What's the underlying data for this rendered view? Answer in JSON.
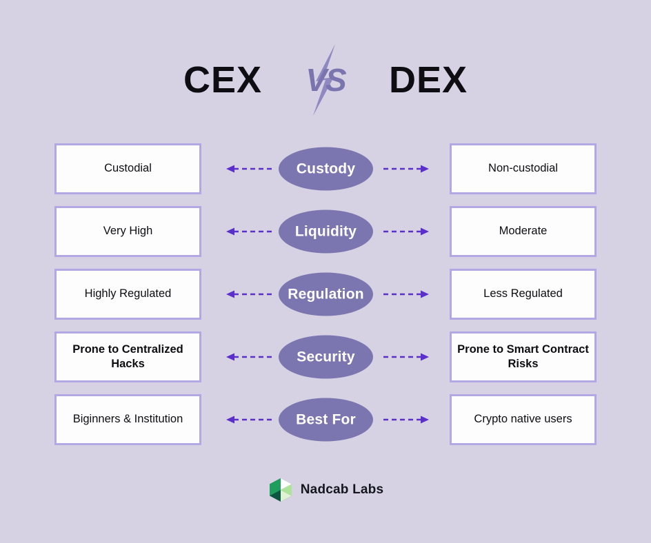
{
  "title": {
    "left_word": "CEX",
    "vs": "VS",
    "right_word": "DEX"
  },
  "colors": {
    "background": "#d6d2e4",
    "ellipse_fill": "#7b76b0",
    "box_border": "#b2a9e4",
    "box_fill": "#fdfdfe",
    "arrow": "#5b2fc9",
    "vs_purple": "#7a75ae",
    "text_dark": "#0d0d12",
    "logo_dark_green": "#0d5740",
    "logo_mid_green": "#1f9d5c",
    "logo_light_green": "#aee49a"
  },
  "comparison": {
    "left_header": "CEX",
    "right_header": "DEX",
    "rows": [
      {
        "criterion": "Custody",
        "left": "Custodial",
        "left_bold": false,
        "right": "Non-custodial",
        "right_bold": false
      },
      {
        "criterion": "Liquidity",
        "left": "Very High",
        "left_bold": false,
        "right": "Moderate",
        "right_bold": false
      },
      {
        "criterion": "Regulation",
        "left": "Highly Regulated",
        "left_bold": false,
        "right": "Less Regulated",
        "right_bold": false
      },
      {
        "criterion": "Security",
        "left": "Prone to Centralized Hacks",
        "left_bold": true,
        "right": "Prone to Smart Contract Risks",
        "right_bold": true
      },
      {
        "criterion": "Best For",
        "left": "Biginners & Institution",
        "left_bold": false,
        "right": "Crypto native users",
        "right_bold": false
      }
    ]
  },
  "footer": {
    "brand_name": "Nadcab Labs",
    "logo_icon": "hexagon-cube-icon"
  }
}
